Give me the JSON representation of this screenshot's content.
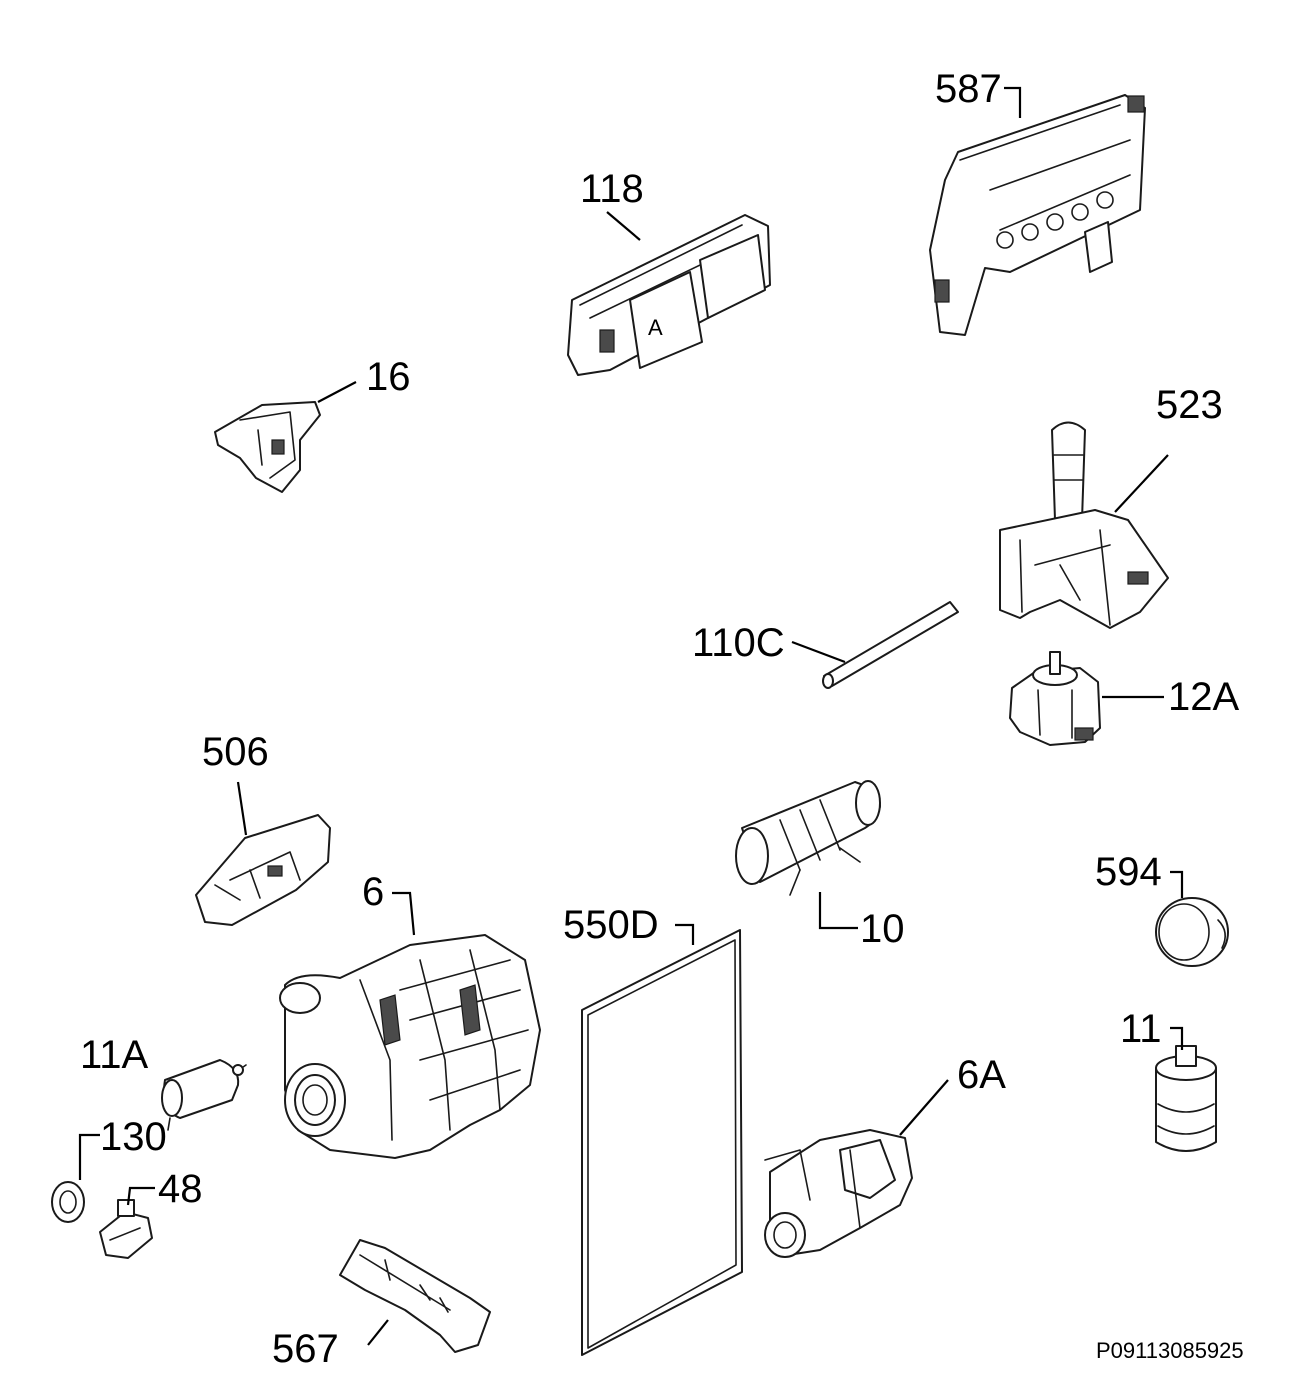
{
  "parts": {
    "p587": "587",
    "p118": "118",
    "p16": "16",
    "p523": "523",
    "p110c": "110C",
    "p12a": "12A",
    "p506": "506",
    "p594": "594",
    "p6": "6",
    "p550d": "550D",
    "p10": "10",
    "p11a": "11A",
    "p11": "11",
    "p6a": "6A",
    "p130": "130",
    "p48": "48",
    "p567": "567"
  },
  "diagram_code": "P09113085925"
}
